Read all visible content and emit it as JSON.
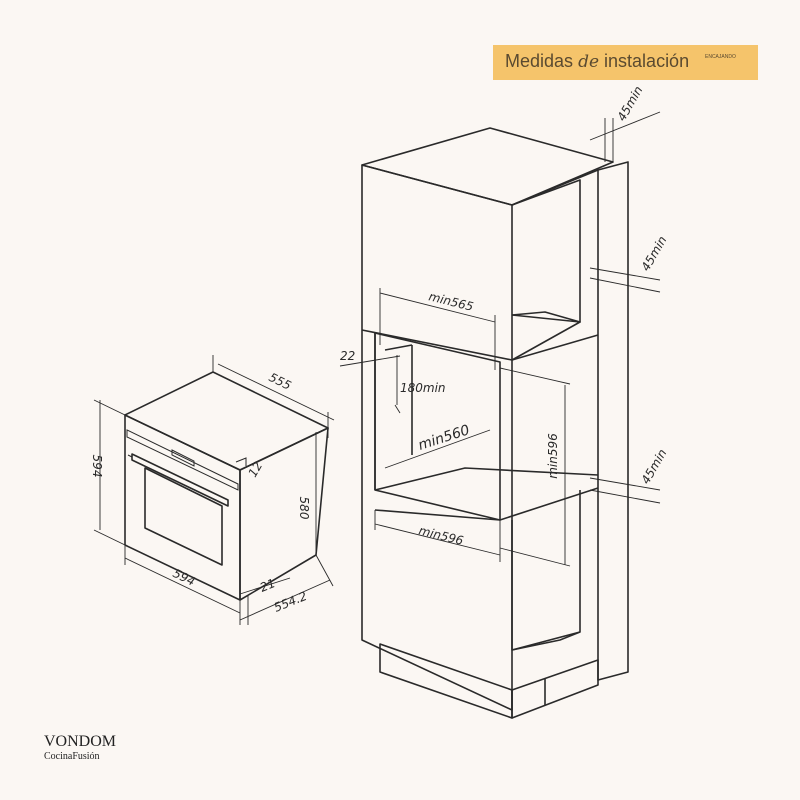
{
  "header": {
    "title_prefix": "Medidas",
    "title_de": "de",
    "title_suffix": "instalación",
    "title_small": "ENCAJANDO"
  },
  "brand": {
    "name": "VONDOM",
    "sub": "CocinaFusión"
  },
  "oven_dims": {
    "depth": "555",
    "height": "594",
    "width": "594",
    "inner_height": "580",
    "door": "21",
    "body_depth": "554.2",
    "ledge": "12"
  },
  "cabinet_dims": {
    "top_gap": "45min",
    "side_gap_upper": "45min",
    "side_gap_lower": "45min",
    "inner_width_top": "min565",
    "front_offset": "22",
    "vent_height": "180min",
    "depth_min": "min560",
    "height_min": "min596",
    "width_min": "min596"
  },
  "colors": {
    "background": "#fbf7f3",
    "title_bg": "#f5c46b",
    "line": "#2a2a2a"
  }
}
